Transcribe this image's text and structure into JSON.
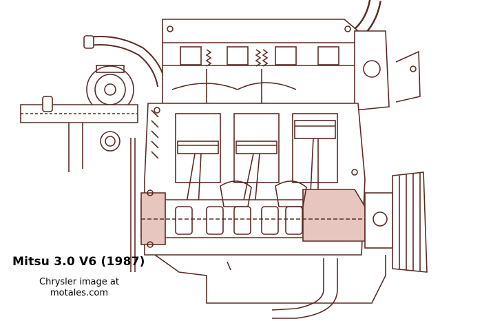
{
  "caption": {
    "title": "Mitsu 3.0 V6 (1987)",
    "credit_line1": "Chrysler image at",
    "credit_line2": "motales.com"
  },
  "colors": {
    "ink": "#5a2a22",
    "highlight": "#e8c6c0",
    "paper": "#ffffff"
  }
}
